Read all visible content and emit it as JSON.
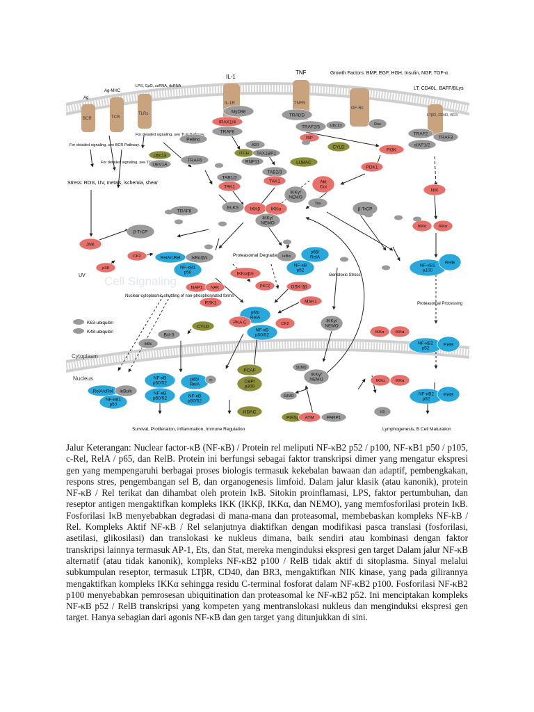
{
  "diagram": {
    "colors": {
      "red": "#e8706a",
      "blue": "#29a8dc",
      "grey": "#9a9a9a",
      "olive": "#8b8f3a",
      "tan": "#c9a27e",
      "membrane": "#c8c8c8"
    },
    "membrane": {
      "cytoplasm": "Cytoplasm",
      "nucleus": "Nucleus"
    },
    "ligands": {
      "ag": "Ag",
      "ag_mhc": "Ag-MHC",
      "lps": "LPS, CpG, ssRNA, dsRNA",
      "il1": "IL-1",
      "tnf": "TNF",
      "growth": "Growth Factors: BMP, EGF, HGH, Insulin, NGF, TGF-α",
      "lt": "LT, CD40L, BAFF/BLys"
    },
    "receptors": {
      "bcr": "BCR",
      "tcr": "TCR",
      "tlrs": "TLRs",
      "il1r": "IL-1R",
      "tnfr": "TNFR",
      "gfrs": "GF-Rs",
      "ltbr": "LTβR, CD40, BR3"
    },
    "notes": {
      "bcr": "For detailed signaling, see BCR Pathway.",
      "tlr": "For detailed signaling, see TLR Pathway.",
      "tcr": "For detailed signaling, see TCR Pathway.",
      "stress": "Stress: ROIs, UV, metals, ischemia, shear",
      "uv": "UV",
      "proteasomal": "Proteasomal Degradation",
      "genotoxic": "Genotoxic Stress",
      "shuttling": "Nuclear-cytoplasmic shuttling of non-phosphorylated forms",
      "proc": "Proteasomal Processing",
      "survival": "Survival, Proliferation, Inflammation, Immune Regulation",
      "lympho": "Lymphogenesis, B Cell Maturation",
      "k63": "K63-ubiquitin",
      "k48": "K48-ubiquitin",
      "watermark": "Cell Signaling"
    },
    "nodes": {
      "myd88": "MyD88",
      "irak": "IRAK1/4",
      "traf6_top": "TRAF6",
      "pellino": "Pellino",
      "tradd": "TRADD",
      "traf25": "TRAF2/5",
      "rip": "RIP",
      "ubc13_top": "Ubc13",
      "ras": "Ras",
      "pi3k": "PI3K",
      "pdk1": "PDK1",
      "akt": "Akt Cot",
      "traf2": "TRAF2",
      "ciap": "cIAP1/2",
      "traf3": "TRAF3",
      "a20": "A20",
      "itch": "ITCH",
      "tax1bp1": "TAX1BP1",
      "rnf11": "RNF11",
      "lubac": "LUBAC",
      "cyld_top": "CYLD",
      "ubc13": "Ubc13",
      "uev1a": "UEV1A",
      "traf6_mid": "TRAF6",
      "tab12": "TAB1/2",
      "tak1a": "TAK1",
      "tab23": "TAB2/3",
      "tak1b": "TAK1",
      "ikkg_top": "IKKγ/ NEMO",
      "elks": "ELKS",
      "ikkb": "IKKβ",
      "ikka": "IKKα",
      "ikkg_mid": "IKKγ/ NEMO",
      "tax": "Tax",
      "btrcp_r": "β-TrCP",
      "nik": "NIK",
      "ikka1": "IKKα",
      "ikka2": "IKKα",
      "traf6_low": "TRAF6",
      "btrcp_l": "β-TrCP",
      "jnk": "JNK",
      "p38": "p38",
      "ck2a": "CK2",
      "rela_top": "RelA/cRel",
      "ikb_top": "IκBα/β/ε",
      "nfkb1_top": "NF-κB1 p50",
      "ikb_mid": "IκBα",
      "p65_mid": "p65/ RelA",
      "nfkb_mid": "NF-κB p52",
      "nfkb2_top": "NF-κB2 p100",
      "relb_top": "RelB",
      "ikkabe": "IKKα/β/ε",
      "pkcz": "PKCζ",
      "gsk3b": "GSK-3β",
      "msk1": "MSK1",
      "nap1": "NAP1",
      "nak": "NAK",
      "rsk1": "RSK1",
      "p65_center": "p65/ RelA",
      "pkac": "PKA C",
      "nfkb_center": "NF-κB p50/52",
      "ck2b": "CK2",
      "ikkg_gen": "IKKγ/ NEMO",
      "ikka3": "IKKα",
      "ikka4": "IKKα",
      "nfkb2_mid": "NF-κB2 p52",
      "relb_mid": "RelB",
      "cyld_low": "CYLD",
      "bcl3": "Bcl-3",
      "ikbe": "IκBε",
      "rela_nuc": "RelA/cRel",
      "ikb_nuc": "IκBα/ε",
      "nfkb1_nuc": "NF-κB1 p50",
      "nfkb_nuc1": "NF-κB p50/52",
      "nfkb_nuc2": "NF-κB p50/52",
      "p65_nuc": "p65/ RelA",
      "nfkb_nuc3": "NF-κB p50/52",
      "ac": "ac",
      "pcaf": "PCAF",
      "cbp": "CBP/ p300",
      "hdac": "HDAC",
      "sumo1": "SUMO",
      "ikkg_nuc": "IKKγ/ NEMO",
      "sumo2": "SUMO",
      "pias": "PIASγ",
      "atm": "ATM",
      "parp1": "PARP1",
      "ikka5": "IKKα",
      "ikka6": "IKKα",
      "nfkb2_nuc": "NF-κB2 p52",
      "relb_nuc": "RelB",
      "h3": "H3"
    }
  },
  "caption": "Jalur Keterangan: Nuclear factor-κB (NF-κB) / Protein rel meliputi NF-κB2 p52 / p100, NF-κB1 p50 / p105, c-Rel, RelA / p65, dan RelB. Protein ini berfungsi sebagai faktor transkripsi dimer yang mengatur ekspresi gen yang mempengaruhi berbagai proses biologis termasuk kekebalan bawaan dan adaptif, pembengkakan, respons stres, pengembangan sel B, dan organogenesis limfoid. Dalam jalur klasik (atau kanonik), protein NF-κB / Rel terikat dan dihambat oleh protein IκB. Sitokin proinflamasi, LPS, faktor pertumbuhan, dan reseptor antigen mengaktifkan kompleks IKK (IKKβ, IKKα, dan NEMO), yang memfosforilasi protein IκB. Fosforilasi IκB menyebabkan degradasi di mana-mana dan proteasomal, membebaskan kompleks NF-kB / Rel. Kompleks Aktif NF-κB / Rel selanjutnya diaktifkan dengan modifikasi pasca translasi (fosforilasi, asetilasi, glikosilasi) dan translokasi ke nukleus dimana, baik sendiri atau kombinasi dengan faktor transkripsi lainnya termasuk AP-1, Ets, dan Stat, mereka menginduksi ekspresi gen target Dalam jalur NF-κB alternatif (atau tidak kanonik), kompleks NF-κB2 p100 / RelB tidak aktif di sitoplasma. Sinyal melalui subkumpulan reseptor, termasuk LTβR, CD40, dan BR3, mengaktifkan NIK kinase, yang pada gilirannya mengaktifkan kompleks IKKα sehingga residu C-terminal fosforat dalam NF-κB2 p100. Fosforilasi NF-κB2 p100 menyebabkan pemrosesan ubiquitination dan proteasomal ke NF-κB2 p52. Ini menciptakan kompleks NF-κB p52 / RelB transkripsi yang kompeten yang mentranslokasi nukleus dan menginduksi ekspresi gen target. Hanya sebagian dari agonis NF-κB dan gen target yang ditunjukkan di sini."
}
